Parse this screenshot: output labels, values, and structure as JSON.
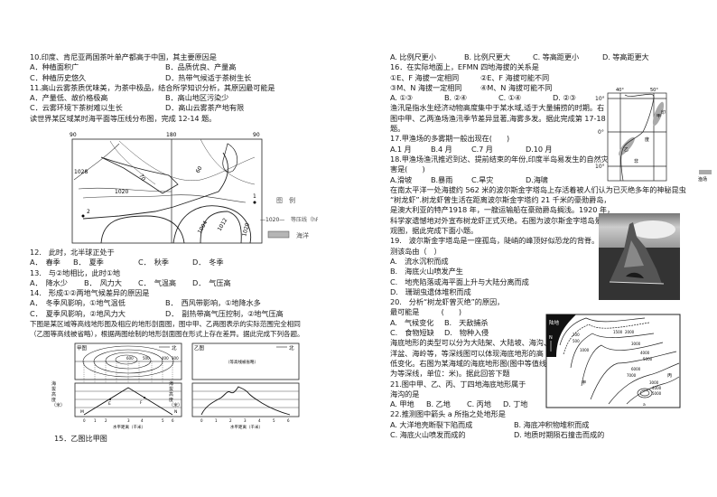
{
  "left": {
    "q10": {
      "stem": "10.印度、肯尼亚两国茶叶单产都高于中国，其主要原因是",
      "A": "A．种植面积广",
      "B": "B．品质优良、产量高",
      "C": "C．种植历史悠久",
      "D": "D．热带气候适于茶树生长"
    },
    "q11": {
      "stem": "11.高山云雾茶质优味美，为茶中极品，结合所学知识分析，其原因最可能是",
      "A": "A．产量低、故价格极高",
      "B": "B．高山地区污染少",
      "C": "C．云雾环境下茶树难以生长",
      "D": "D．高山云雾茶产地有限"
    },
    "intro_12_14": "读世界某区域某时海平面等压线分布图，完成 12-14 题。",
    "pressure_map": {
      "lon_labels": [
        "90",
        "180",
        "90"
      ],
      "isobars": [
        "1028",
        "1020",
        "1004",
        "1012",
        "1020"
      ],
      "latitudes": [
        "70",
        "60"
      ],
      "points": [
        "1",
        "2"
      ],
      "legend_title": "图　例",
      "legend_isobar": "等压线（hPa）",
      "legend_isobar_sample": "—1020—",
      "legend_ocean": "海洋"
    },
    "q12": {
      "stem": "12.　此时，北半球正处于",
      "A": "A．　春季",
      "B": "B．　夏季",
      "C": "C．　秋季",
      "D": "D．　冬季"
    },
    "q13": {
      "stem": "13.　与②地相比，此时①地",
      "A": "A．　降水少",
      "B": "B．　风力大",
      "C": "C．　气温高",
      "D": "D．　气压高"
    },
    "q14": {
      "stem": "14.　形成①②两地气候差异的原因是",
      "A": "A．　冬季风影响，①地气温低",
      "B": "B．　西风带影响，①地降水多",
      "C": "C．　夏季风影响，②地风力大",
      "D": "D．　副热带高气压控制，②地气压高"
    },
    "intro_15_16_line1": "下图是某区域等高线地形图及相应的地形剖面图，图中甲、乙两图表示的实际范围完全相同",
    "intro_15_16_line2": "（乙图等高线被省略），根据两图绘制的地形剖面图在形式上存在差异。据此完成下列各题。",
    "figure_jia": {
      "title": "甲图",
      "north": "北",
      "contours": [
        "300",
        "400",
        "500",
        "600"
      ],
      "y_label": "海拔高度（米）",
      "y_ticks": [
        "700",
        "600",
        "500",
        "400",
        "300"
      ],
      "x_ticks": [
        "0",
        "1",
        "2",
        "3",
        "4",
        "5",
        "6"
      ],
      "x_label": "水平距离（千米）",
      "points": {
        "M": "M",
        "N": "N",
        "E": "E",
        "F": "F"
      }
    },
    "figure_yi": {
      "title": "乙图",
      "north": "北",
      "note": "（等高线被省略）",
      "y_label": "海拔高度（米）",
      "y_ticks": [
        "700",
        "600",
        "500",
        "400",
        "300"
      ],
      "x_ticks": [
        "0",
        "1",
        "2",
        "3",
        "4",
        "5",
        "6"
      ],
      "x_label": "水平距离（千米）"
    },
    "q15": {
      "stem": "15．乙图比甲图"
    }
  },
  "right": {
    "q15_opts": {
      "A": "A. 比例尺更小",
      "B": "B. 比例尺更大",
      "C": "C. 等高距更小",
      "D": "D. 等高距更大"
    },
    "q16": {
      "stem": "16．在实际地面上，EFMN 四地海拔的关系是",
      "o1": "①E、F 海拔一定相同",
      "o2": "②E、F 海拔可能不同",
      "o3": "③M、N 海拔一定相同",
      "o4": "④M、N 海拔可能不同",
      "A": "A. ①③",
      "B": "B. ②④",
      "C": "C. ①④",
      "D": "D. ②③"
    },
    "intro_17_18": [
      "渔汛是指水生经济动物高度集中于某水域,适于大量捕捞的时期。右",
      "图中甲、乙两渔场渔汛季节差异显著,海雾多发。据此完成第 17-18",
      "题。"
    ],
    "fish_map": {
      "lon": [
        "40°",
        "50°"
      ],
      "lat": [
        "10°",
        "0°",
        "10°"
      ],
      "labels": {
        "jia": "甲",
        "yi": "乙",
        "ocean": "印",
        "ocean2": "度",
        "land": "非"
      },
      "legend": "渔场"
    },
    "q17": {
      "stem": "17.甲渔场的多雾期一般出现在(　　)",
      "A": "A.1 月",
      "B": "B.4 月",
      "C": "C.7 月",
      "D": "D.10 月"
    },
    "q18": {
      "stem_line1": "18.甲渔场渔汛推迟到达、提前结束的年份,印度半岛易发生的自然灾",
      "stem_line2": "害是(　　)",
      "A": "A.滑坡",
      "B": "B.暴雨",
      "C": "C.旱灾",
      "D": "D.海啸"
    },
    "intro_19_20": [
      "在南太平洋一处海拔约 562 米的波尔斯金字塔岛上存活着被人们认为已灭绝多年的神秘昆虫",
      "“树龙虾”.树龙虾曾生活在距离波尔斯金字塔约 21 千米的豪勋爵岛，",
      "是澳大利亚的特产1918 年，一艘运输船在豪勋爵岛搁浅。1920 年，",
      "科学家遗憾地对外宣布树龙虾正式灭绝。右图为波尔斯金字塔岛景",
      "观图，据此完成下面小题。"
    ],
    "q19": {
      "stem_line1": "19.　波尔斯金字塔岛是一座孤岛，陡峭的峰顶好似恐龙的背脊。推",
      "stem_line2": "测该岛由（　）",
      "A": "A.　流水沉积而成",
      "B": "B.　海底火山喷发产生",
      "C": "C.　地壳陷落或海平面上升与大陆分离而成",
      "D": "D.　珊瑚虫遗体堆积而成"
    },
    "q20": {
      "stem_line1": "20.　分析“树龙虾曾灭绝”的原因，",
      "stem_line2": "最可能是　　　(　　)",
      "A": "A.　气候变化",
      "B": "B.　天敌捕杀",
      "C": "C.　食物短缺",
      "D": "D.　物种入侵"
    },
    "intro_21_22": [
      "海底地形的类型可以分为大陆架、大陆坡、海沟、",
      "洋盆、海岭等，等深线图可以体现海底地形的高",
      "低变化。右图为某海域的海底地形图(图中等值线",
      "为等深线，单位：米)。据此回答下题"
    ],
    "q21": {
      "stem_line1": "21.图中甲、乙、丙、丁四地海底地形属于",
      "stem_line2": "海沟的是",
      "A": "A. 甲地",
      "B": "B. 乙地",
      "C": "C. 丙地",
      "D": "D. 丁地"
    },
    "q22": {
      "stem": "22.推测图中箭头 a 所指之处地形是",
      "A": "A. 大洋地壳断裂下陷而成",
      "B": "B. 海底冲积物堆积而成",
      "C": "C. 海底火山喷发而成的",
      "D": "D. 地质时期陨石撞击而成的"
    },
    "seafloor_map": {
      "land": "陆地",
      "north": "N",
      "depths": [
        "200",
        "500",
        "1000",
        "1500",
        "2000",
        "3000",
        "4000",
        "5000",
        "6000",
        "7000",
        "4000",
        "3000",
        "4000",
        "5000"
      ],
      "labels": {
        "jia": "甲",
        "bing": "丙",
        "arrow": "a"
      }
    }
  }
}
